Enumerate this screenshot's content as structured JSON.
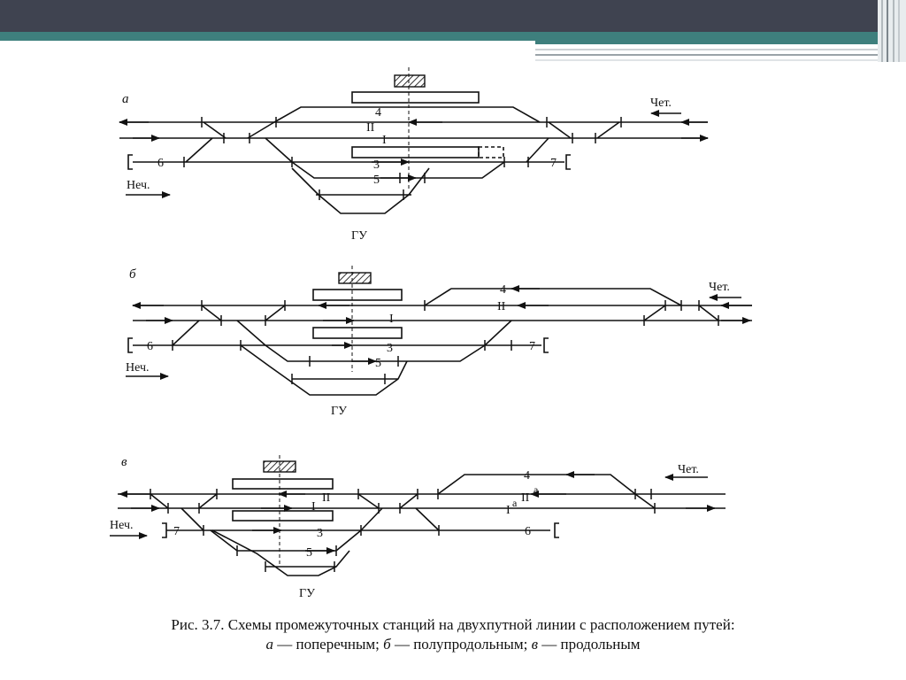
{
  "colors": {
    "header_dark": "#3f4350",
    "header_teal": "#3e7f7d",
    "line": "#111111",
    "hatch": "#333333"
  },
  "panel_a": {
    "letter": "а",
    "track_4": "4",
    "track_II": "II",
    "track_I": "I",
    "track_6": "6",
    "track_3": "3",
    "track_7": "7",
    "track_5": "5",
    "even_dir": "Чет.",
    "odd_dir": "Неч.",
    "gu": "ГУ"
  },
  "panel_b": {
    "letter": "б",
    "track_4": "4",
    "track_II": "II",
    "track_I": "I",
    "track_6": "6",
    "track_3": "3",
    "track_7": "7",
    "track_5": "5",
    "even_dir": "Чет.",
    "odd_dir": "Неч.",
    "gu": "ГУ"
  },
  "panel_v": {
    "letter": "в",
    "track_4": "4",
    "track_II": "II",
    "track_I": "I",
    "track_Ia": "I",
    "track_IIa": "II",
    "sup_a": "а",
    "sup_a2": "а",
    "track_7": "7",
    "track_3": "3",
    "track_6": "6",
    "track_5": "5",
    "even_dir": "Чет.",
    "odd_dir": "Неч.",
    "gu": "ГУ"
  },
  "caption": {
    "line1": "Рис. 3.7. Схемы промежуточных станций на двухпутной линии с расположением путей:",
    "a_letter": "а",
    "a_text": " — поперечным; ",
    "b_letter": "б",
    "b_text": " — полупродольным; ",
    "v_letter": "в",
    "v_text": " — продольным"
  }
}
